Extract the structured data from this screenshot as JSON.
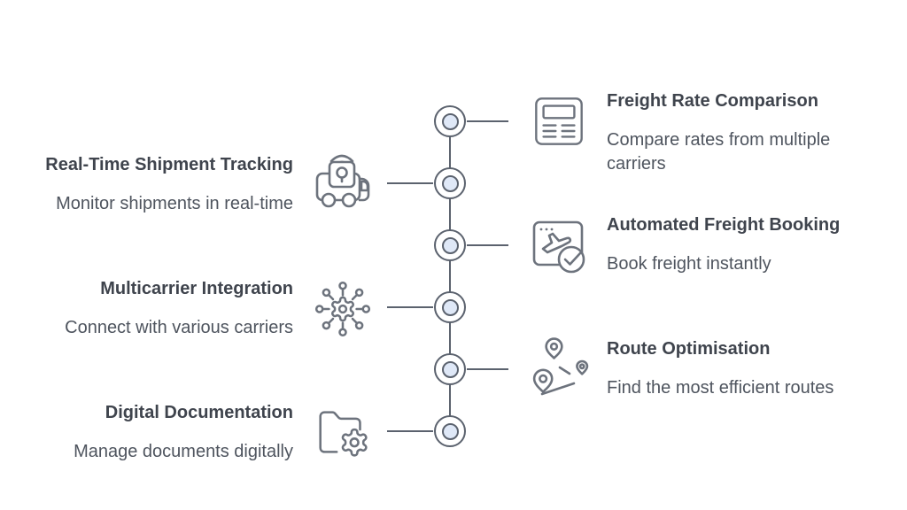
{
  "title": "Freight management features infographic",
  "colors": {
    "background": "#ffffff",
    "timeline_line": "#5b626e",
    "node_fill": "#dfe8f7",
    "icon_stroke": "#6d737d",
    "title_text": "#3f444d",
    "description_text": "#4e545e"
  },
  "timeline": {
    "node_count": 6
  },
  "items": [
    {
      "side": "right",
      "icon": "rate-sheet-icon",
      "title": "Freight Rate Comparison",
      "description": "Compare rates from multiple carriers"
    },
    {
      "side": "left",
      "icon": "tracking-truck-icon",
      "title": "Real-Time Shipment Tracking",
      "description": "Monitor shipments in real-time"
    },
    {
      "side": "right",
      "icon": "booking-plane-icon",
      "title": "Automated Freight Booking",
      "description": "Book freight instantly"
    },
    {
      "side": "left",
      "icon": "network-hub-icon",
      "title": "Multicarrier Integration",
      "description": "Connect with various carriers"
    },
    {
      "side": "right",
      "icon": "route-pins-icon",
      "title": "Route Optimisation",
      "description": "Find the most efficient routes"
    },
    {
      "side": "left",
      "icon": "folder-gear-icon",
      "title": "Digital Documentation",
      "description": "Manage documents digitally"
    }
  ]
}
